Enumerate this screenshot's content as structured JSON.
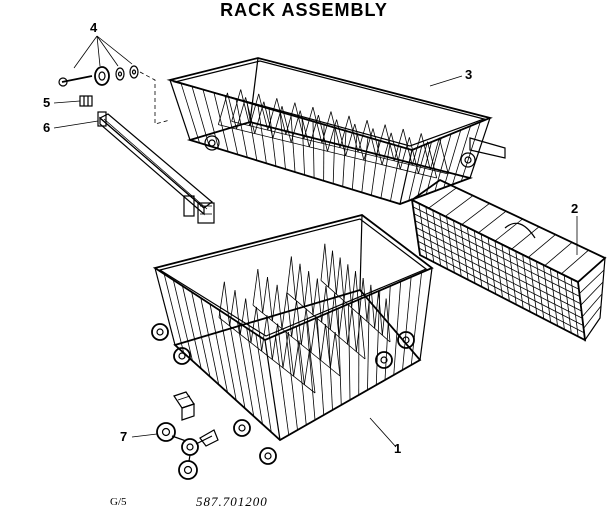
{
  "title": "RACK ASSEMBLY",
  "callouts": {
    "c1": "1",
    "c2": "2",
    "c3": "3",
    "c4": "4",
    "c5": "5",
    "c6": "6",
    "c7": "7"
  },
  "footer": {
    "code": "G/5",
    "model": "587.701200"
  },
  "parts": {
    "lower_rack": "lower-rack-illustration",
    "upper_rack": "upper-rack-illustration",
    "silverware_basket": "silverware-basket-illustration",
    "track": "rack-track-illustration",
    "end_stop": "track-end-stop-illustration",
    "roller_hardware": "roller-bolt-washers-illustration",
    "roller_assembly": "lower-roller-assembly-illustration"
  }
}
